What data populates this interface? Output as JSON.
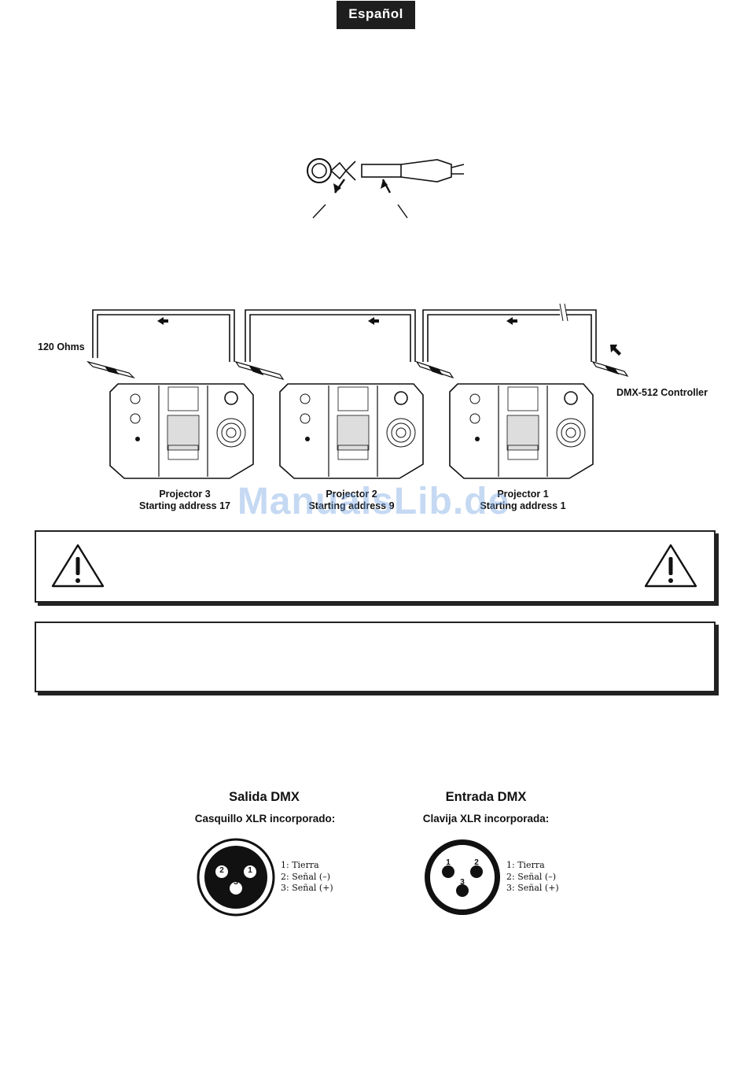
{
  "header": {
    "language": "Español"
  },
  "dmx_chain": {
    "terminator_label": "120 Ohms",
    "controller_label": "DMX-512 Controller",
    "projectors": [
      {
        "name": "Projector 3",
        "address": "Starting address 17"
      },
      {
        "name": "Projector 2",
        "address": "Starting address 9"
      },
      {
        "name": "Projector 1",
        "address": "Starting address 1"
      }
    ]
  },
  "watermark": "ManualsLib.de",
  "connectors": {
    "output": {
      "title": "Salida DMX",
      "subtitle": "Casquillo XLR incorporado:",
      "pins": [
        "1: Tierra",
        "2: Señal (–)",
        "3: Señal (+)"
      ]
    },
    "input": {
      "title": "Entrada DMX",
      "subtitle": "Clavija XLR incorporada:",
      "pins": [
        "1: Tierra",
        "2: Señal (–)",
        "3: Señal (+)"
      ]
    }
  },
  "icons": {
    "warning": "warning-triangle-icon",
    "arrow": "arrow-left-icon"
  }
}
